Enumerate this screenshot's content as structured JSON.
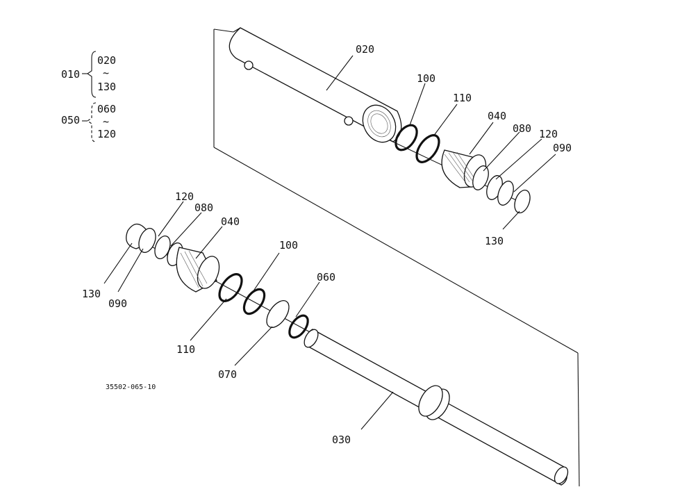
{
  "diagram": {
    "reference_code": "35502-065-10",
    "legend": {
      "group_a": {
        "parent": "010",
        "from": "020",
        "tilde": "~",
        "to": "130"
      },
      "group_b": {
        "parent": "050",
        "from": "060",
        "tilde": "~",
        "to": "120"
      }
    },
    "callouts": {
      "top_020": "020",
      "top_100": "100",
      "top_110": "110",
      "top_040": "040",
      "top_080": "080",
      "top_120": "120",
      "top_090": "090",
      "top_130": "130",
      "bot_120": "120",
      "bot_080": "080",
      "bot_040": "040",
      "bot_100": "100",
      "bot_060": "060",
      "bot_130": "130",
      "bot_090": "090",
      "bot_110": "110",
      "bot_070": "070",
      "bot_030": "030"
    }
  }
}
